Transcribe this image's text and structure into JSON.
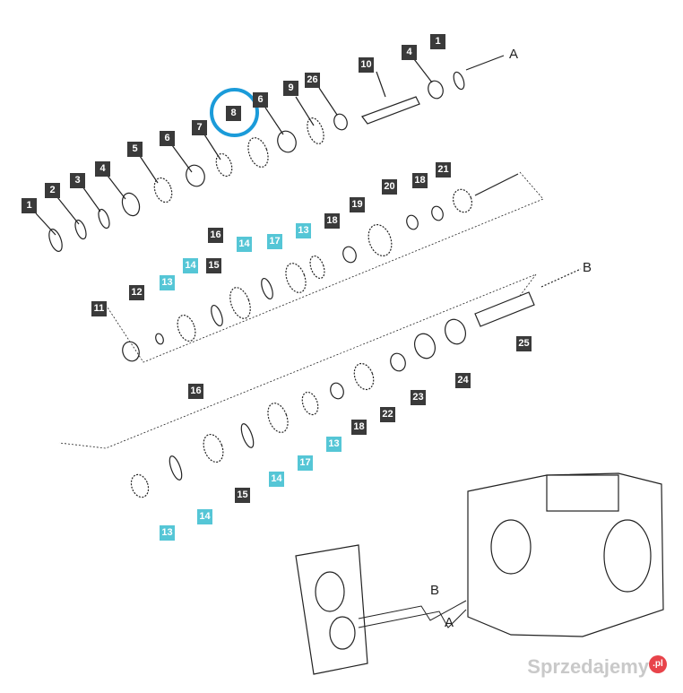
{
  "letters": {
    "a": "A",
    "b": "B"
  },
  "labels": {
    "top_row": [
      "1",
      "2",
      "3",
      "4",
      "5",
      "6",
      "7",
      "8",
      "6",
      "9",
      "26",
      "10",
      "4",
      "1"
    ],
    "middle_row": [
      "11",
      "12",
      "13",
      "14",
      "15",
      "16",
      "14",
      "17",
      "13",
      "18",
      "19",
      "20",
      "18",
      "21"
    ],
    "shaft_row": [
      "25",
      "24",
      "23",
      "22",
      "18",
      "13",
      "17",
      "14",
      "16",
      "15",
      "14",
      "13"
    ]
  },
  "highlight_label": "8",
  "watermark": {
    "text": "Sprzedajemy",
    "badge": ".pl"
  },
  "colors": {
    "label_dark": "#3a3a3a",
    "label_cyan": "#55c6d6",
    "highlight": "#1b9bd9"
  }
}
